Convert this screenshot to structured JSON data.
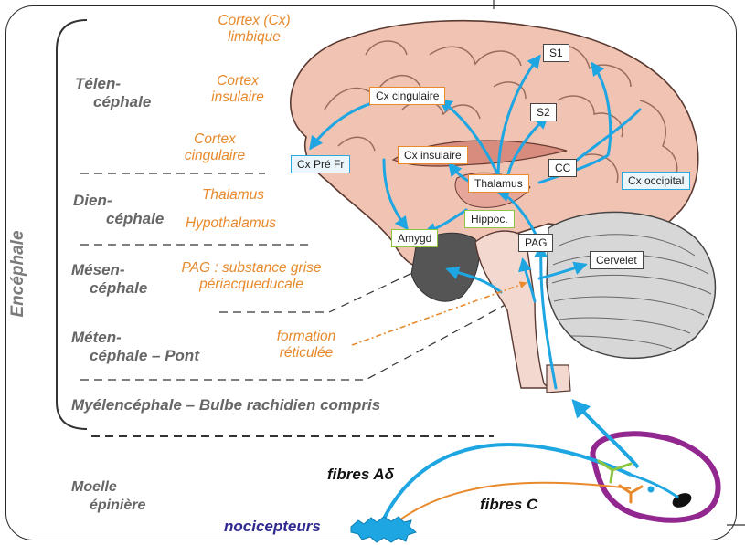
{
  "levels": {
    "encephale": "Encéphale",
    "telencephale": [
      "Télen-",
      "céphale"
    ],
    "diencephale": [
      "Dien-",
      "céphale"
    ],
    "mesencephale": [
      "Mésen-",
      "céphale"
    ],
    "metencephale": [
      "Méten-",
      "céphale – Pont"
    ],
    "myelencephale": "Myélencéphale – Bulbe rachidien compris",
    "moelle": [
      "Moelle",
      "épinière"
    ]
  },
  "orange_labels": {
    "cortex_limbique": [
      "Cortex (Cx)",
      "limbique"
    ],
    "cortex_insulaire": [
      "Cortex",
      "insulaire"
    ],
    "cortex_cingulaire": [
      "Cortex",
      "cingulaire"
    ],
    "thalamus": "Thalamus",
    "hypothalamus": "Hypothalamus",
    "pag": [
      "PAG : substance grise",
      "périacqueducale"
    ],
    "formation": [
      "formation",
      "réticulée"
    ]
  },
  "structures": {
    "s1": "S1",
    "s2": "S2",
    "cx_cingulaire": "Cx cingulaire",
    "cx_pre_fr": "Cx Pré Fr",
    "cx_insulaire": "Cx insulaire",
    "thalamus": "Thalamus",
    "cc": "CC",
    "cx_occipital": "Cx occipital",
    "hippoc": "Hippoc.",
    "amygd": "Amygd",
    "pag": "PAG",
    "cervelet": "Cervelet"
  },
  "fibres": {
    "a_delta": "fibres Aδ",
    "c": "fibres C",
    "nocicepteurs": "nocicepteurs"
  },
  "colors": {
    "pathway_blue": "#1ea6e3",
    "fibre_orange": "#e8892b",
    "label_orange": "#e8892b",
    "spinal_purple": "#92278f",
    "synapse_green": "#8cc63f",
    "brain_pink": "#f1c3b2"
  }
}
